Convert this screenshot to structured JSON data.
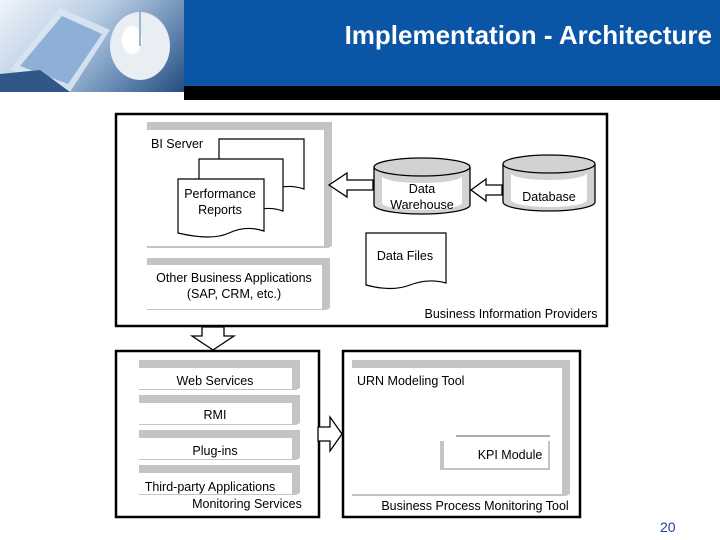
{
  "slide": {
    "title": "Implementation - Architecture",
    "page_number": "20"
  },
  "diagram": {
    "providers": {
      "bi_server": "BI Server",
      "performance_reports_line1": "Performance",
      "performance_reports_line2": "Reports",
      "other_apps_line1": "Other Business Applications",
      "other_apps_line2": "(SAP, CRM, etc.)",
      "data_warehouse_line1": "Data",
      "data_warehouse_line2": "Warehouse",
      "database": "Database",
      "data_files": "Data Files",
      "group_label": "Business Information Providers"
    },
    "monitoring": {
      "web_services": "Web Services",
      "rmi": "RMI",
      "plugins": "Plug-ins",
      "third_party": "Third-party Applications",
      "group_label": "Monitoring Services"
    },
    "bpm_tool": {
      "urn_tool": "URN Modeling Tool",
      "kpi_module": "KPI Module",
      "group_label": "Business Process Monitoring Tool"
    }
  },
  "colors": {
    "header_blue": "#0a55a6",
    "page_number_blue": "#1f3f9c",
    "shade_gray": "#c4c4c4"
  }
}
